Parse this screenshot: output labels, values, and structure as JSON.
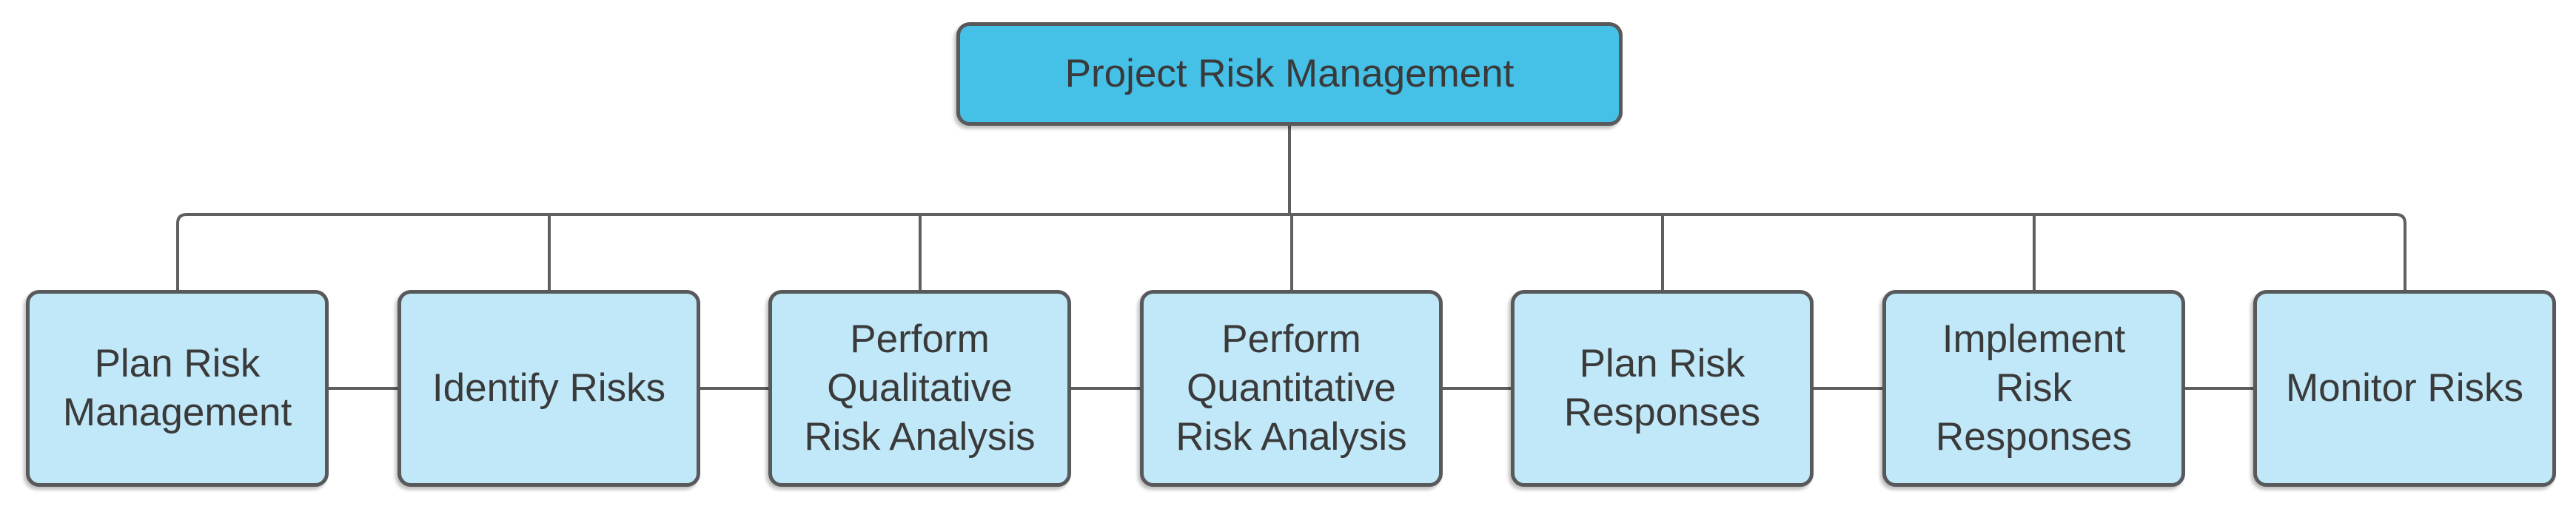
{
  "diagram": {
    "title": "Project Risk Management",
    "root": {
      "label": "Project Risk Management"
    },
    "children": [
      {
        "label": "Plan Risk\nManagement"
      },
      {
        "label": "Identify Risks"
      },
      {
        "label": "Perform\nQualitative\nRisk Analysis"
      },
      {
        "label": "Perform\nQuantitative\nRisk Analysis"
      },
      {
        "label": "Plan Risk\nResponses"
      },
      {
        "label": "Implement\nRisk\nResponses"
      },
      {
        "label": "Monitor Risks"
      }
    ],
    "colors": {
      "root_fill": "#45C1E8",
      "child_fill": "#C1E8F8",
      "border": "#58595B",
      "connector": "#5F5F5F",
      "text": "#3A3A3A",
      "background": "#FFFFFF"
    }
  }
}
